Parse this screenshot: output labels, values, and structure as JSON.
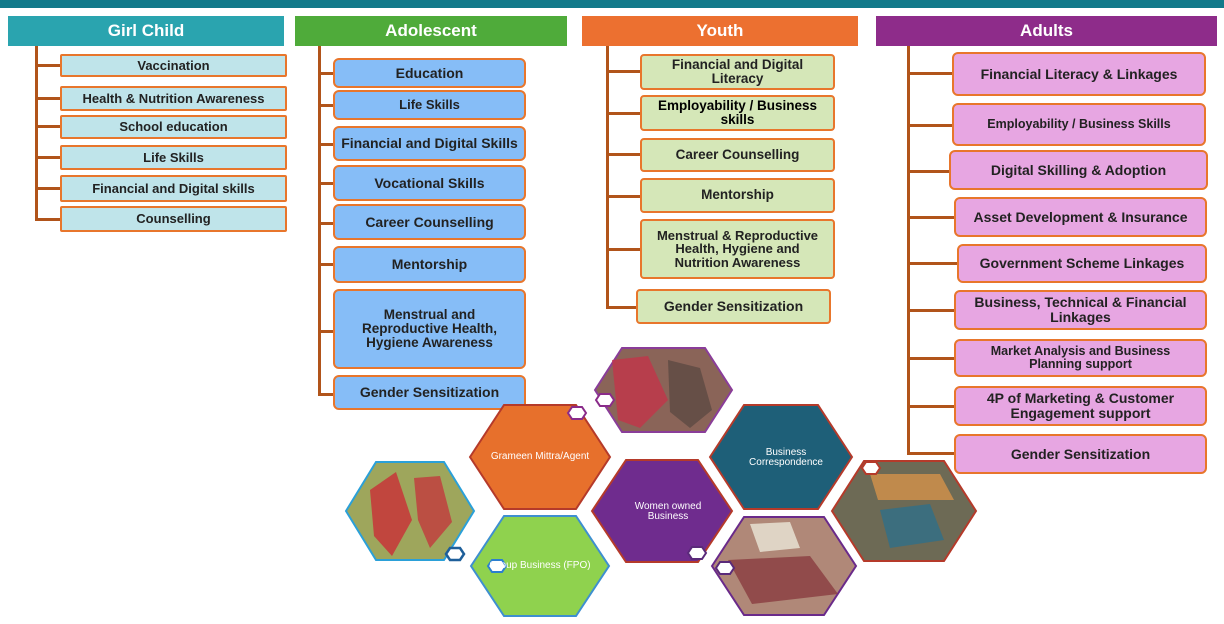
{
  "colors": {
    "girl_child_header": "#2aa4af",
    "adolescent_header": "#4fab3a",
    "youth_header": "#ec7030",
    "adults_header": "#8e2c8a",
    "connector": "#b1541a",
    "box_border": "#e8762c"
  },
  "columns": {
    "girl_child": {
      "title": "Girl Child",
      "items": [
        "Vaccination",
        "Health & Nutrition Awareness",
        "School education",
        "Life Skills",
        "Financial and Digital skills",
        "Counselling"
      ]
    },
    "adolescent": {
      "title": "Adolescent",
      "items": [
        "Education",
        "Life Skills",
        "Financial and Digital Skills",
        "Vocational Skills",
        "Career Counselling",
        "Mentorship",
        "Menstrual and Reproductive Health, Hygiene Awareness",
        "Gender Sensitization"
      ]
    },
    "youth": {
      "title": "Youth",
      "items": [
        "Financial and Digital Literacy",
        "Employability / Business skills",
        "Career Counselling",
        "Mentorship",
        "Menstrual & Reproductive Health, Hygiene and Nutrition Awareness",
        "Gender Sensitization"
      ]
    },
    "adults": {
      "title": "Adults",
      "items": [
        "Financial Literacy & Linkages",
        "Employability / Business Skills",
        "Digital Skilling & Adoption",
        "Asset Development & Insurance",
        "Government Scheme Linkages",
        "Business, Technical & Financial Linkages",
        "Market Analysis and Business Planning support",
        "4P of Marketing & Customer Engagement support",
        "Gender Sensitization"
      ]
    }
  },
  "hexagons": {
    "grameen": "Grameen Mittra/Agent",
    "business_correspondence": "Business Correspondence",
    "women_owned": "Women owned Business",
    "group_business": "Group Business (FPO)"
  }
}
